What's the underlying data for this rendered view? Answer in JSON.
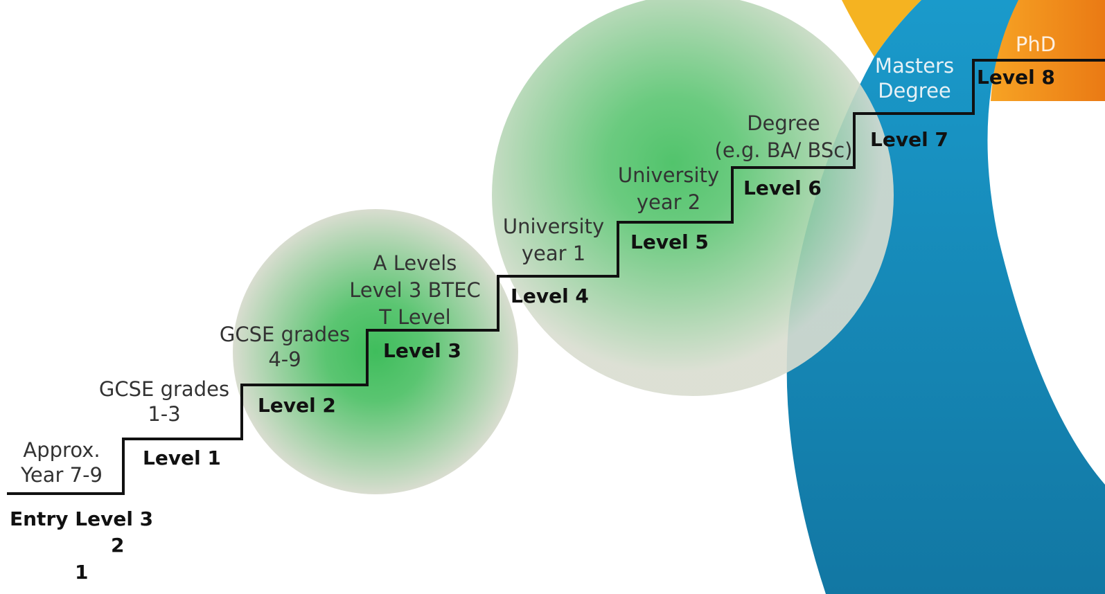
{
  "colors": {
    "green_glow": "#3fbd5c",
    "sage_circle": "#d9ddd0",
    "blue_shape": "#1a8ab5",
    "orange_shape": "#f08f1d",
    "yellow_shape": "#f5b321",
    "staircase_line": "#111111"
  },
  "stages": [
    {
      "id": "entry",
      "qualification": [
        "Approx.",
        "Year  7-9"
      ],
      "level": "Entry Level 3",
      "sublevels": [
        "2",
        "1"
      ]
    },
    {
      "id": "level-1",
      "qualification": [
        "GCSE grades",
        "1-3"
      ],
      "level": "Level 1"
    },
    {
      "id": "level-2",
      "qualification": [
        "GCSE grades",
        "4-9"
      ],
      "level": "Level 2"
    },
    {
      "id": "level-3",
      "qualification": [
        "A Levels",
        "Level 3 BTEC",
        "T Level"
      ],
      "level": "Level 3"
    },
    {
      "id": "level-4",
      "qualification": [
        "University",
        "year 1"
      ],
      "level": "Level 4"
    },
    {
      "id": "level-5",
      "qualification": [
        "University",
        "year 2"
      ],
      "level": "Level 5"
    },
    {
      "id": "level-6",
      "qualification": [
        "Degree",
        "(e.g. BA/ BSc)"
      ],
      "level": "Level 6"
    },
    {
      "id": "level-7",
      "qualification": [
        "Masters",
        "Degree"
      ],
      "level": "Level 7"
    },
    {
      "id": "level-8",
      "qualification": [
        "PhD"
      ],
      "level": "Level 8"
    }
  ]
}
